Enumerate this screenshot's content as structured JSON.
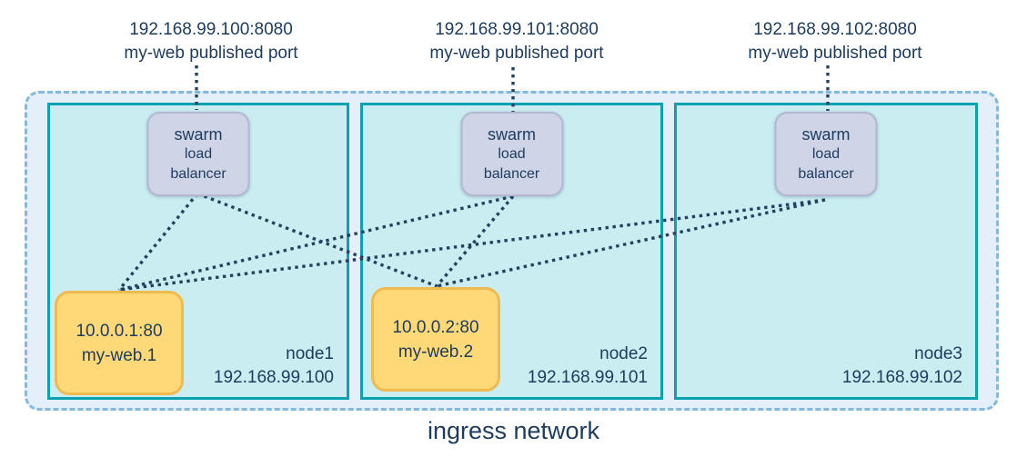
{
  "diagram": {
    "caption": "ingress network",
    "published_ports": [
      {
        "address": "192.168.99.100:8080",
        "caption": "my-web published port"
      },
      {
        "address": "192.168.99.101:8080",
        "caption": "my-web published port"
      },
      {
        "address": "192.168.99.102:8080",
        "caption": "my-web published port"
      }
    ],
    "nodes": [
      {
        "name": "node1",
        "ip": "192.168.99.100",
        "load_balancer": {
          "line1": "swarm",
          "line2": "load",
          "line3": "balancer"
        },
        "task": {
          "address": "10.0.0.1:80",
          "name": "my-web.1"
        }
      },
      {
        "name": "node2",
        "ip": "192.168.99.101",
        "load_balancer": {
          "line1": "swarm",
          "line2": "load",
          "line3": "balancer"
        },
        "task": {
          "address": "10.0.0.2:80",
          "name": "my-web.2"
        }
      },
      {
        "name": "node3",
        "ip": "192.168.99.102",
        "load_balancer": {
          "line1": "swarm",
          "line2": "load",
          "line3": "balancer"
        }
      }
    ],
    "edges": [
      {
        "from": "published-port-1",
        "to": "load-balancer-1"
      },
      {
        "from": "published-port-2",
        "to": "load-balancer-2"
      },
      {
        "from": "published-port-3",
        "to": "load-balancer-3"
      },
      {
        "from": "load-balancer-1",
        "to": "task-my-web-1"
      },
      {
        "from": "load-balancer-1",
        "to": "task-my-web-2"
      },
      {
        "from": "load-balancer-2",
        "to": "task-my-web-1"
      },
      {
        "from": "load-balancer-2",
        "to": "task-my-web-2"
      },
      {
        "from": "load-balancer-3",
        "to": "task-my-web-1"
      },
      {
        "from": "load-balancer-3",
        "to": "task-my-web-2"
      }
    ],
    "colors": {
      "text": "#1d3b5e",
      "node_fill": "#c9edf0",
      "node_border": "#0aa2af",
      "ingress_fill": "#e4effa",
      "ingress_border": "#82b9de",
      "lb_fill": "#cfd5e7",
      "lb_border": "#b2b8d2",
      "task_fill": "#ffd978",
      "task_border": "#f0ba4e",
      "connector": "#21415f"
    }
  }
}
